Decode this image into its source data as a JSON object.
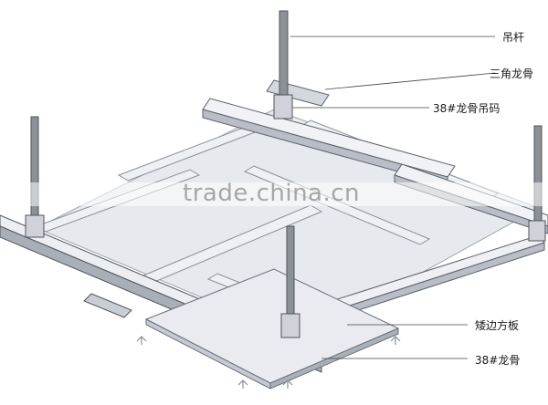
{
  "labels": {
    "hanger_rod": "吊杆",
    "triangle_keel": "三角龙骨",
    "keel_clip": "38#龙骨吊码",
    "square_panel": "矮边方板",
    "main_keel": "38#龙骨"
  },
  "watermark": "trade.china.cn",
  "colors": {
    "line": "#3a3f44",
    "panel": "#e4e7ec",
    "panel_edge": "#9aa1a8",
    "keel_light": "#f2f3f6",
    "keel_mid": "#c6cad2",
    "keel_dark": "#7d838c",
    "rod": "#55595e",
    "arrow": "#8a8f95"
  }
}
